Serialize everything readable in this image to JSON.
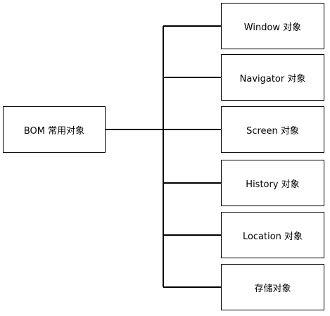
{
  "root": {
    "label": "BOM 常用对象"
  },
  "children": [
    {
      "label": "Window 对象"
    },
    {
      "label": "Navigator 对象"
    },
    {
      "label": "Screen 对象"
    },
    {
      "label": "History 对象"
    },
    {
      "label": "Location 对象"
    },
    {
      "label": "存储对象"
    }
  ],
  "colors": {
    "line": "#000000",
    "box_border": "#000000",
    "background": "#ffffff"
  }
}
